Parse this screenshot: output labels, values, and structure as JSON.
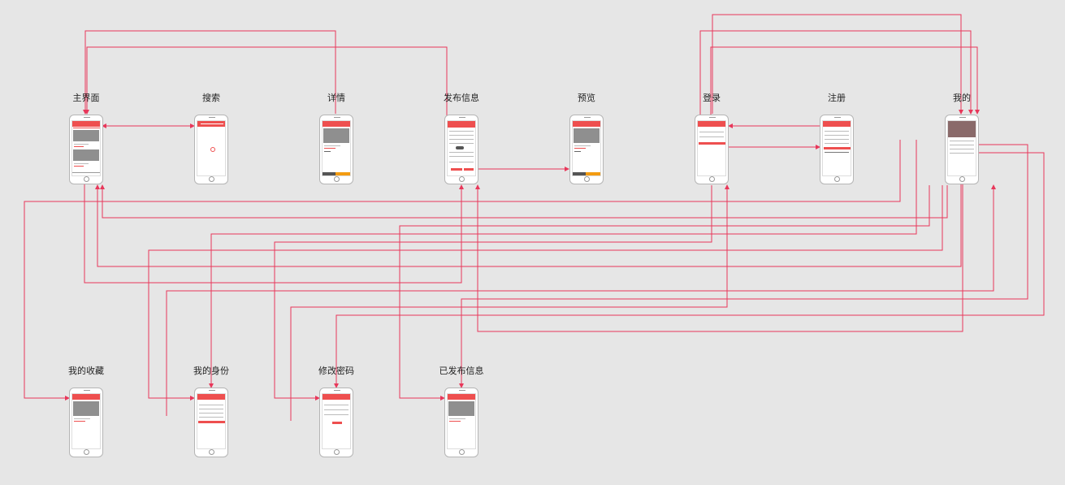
{
  "diagram": {
    "accent_color": "#e8375a",
    "header_color": "#ee4f4f",
    "screens_top_row": [
      {
        "id": "home",
        "title": "主界面"
      },
      {
        "id": "search",
        "title": "搜索"
      },
      {
        "id": "detail",
        "title": "详情"
      },
      {
        "id": "publish",
        "title": "发布信息"
      },
      {
        "id": "preview",
        "title": "预览"
      },
      {
        "id": "login",
        "title": "登录"
      },
      {
        "id": "register",
        "title": "注册"
      },
      {
        "id": "mine",
        "title": "我的"
      }
    ],
    "screens_bottom_row": [
      {
        "id": "favorites",
        "title": "我的收藏"
      },
      {
        "id": "identity",
        "title": "我的身份"
      },
      {
        "id": "change-password",
        "title": "修改密码"
      },
      {
        "id": "published",
        "title": "已发布信息"
      }
    ]
  }
}
